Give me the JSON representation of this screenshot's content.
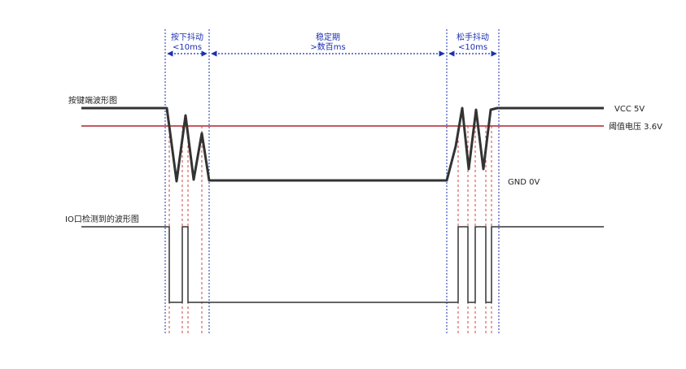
{
  "phases": [
    {
      "label": "按下抖动",
      "duration": "<10ms"
    },
    {
      "label": "稳定期",
      "duration": ">数百ms"
    },
    {
      "label": "松手抖动",
      "duration": "<10ms"
    }
  ],
  "signals": {
    "key_waveform_label": "按键端波形图",
    "io_waveform_label": "IO口检测到的波形图"
  },
  "levels": {
    "vcc": "VCC 5V",
    "threshold": "阈值电压 3.6V",
    "gnd": "GND 0V"
  },
  "colors": {
    "boundary_line": "#1a2fb0",
    "threshold_line": "#b0202a",
    "crossing_line": "#d04040",
    "waveform": "#333333",
    "text": "#222222"
  }
}
